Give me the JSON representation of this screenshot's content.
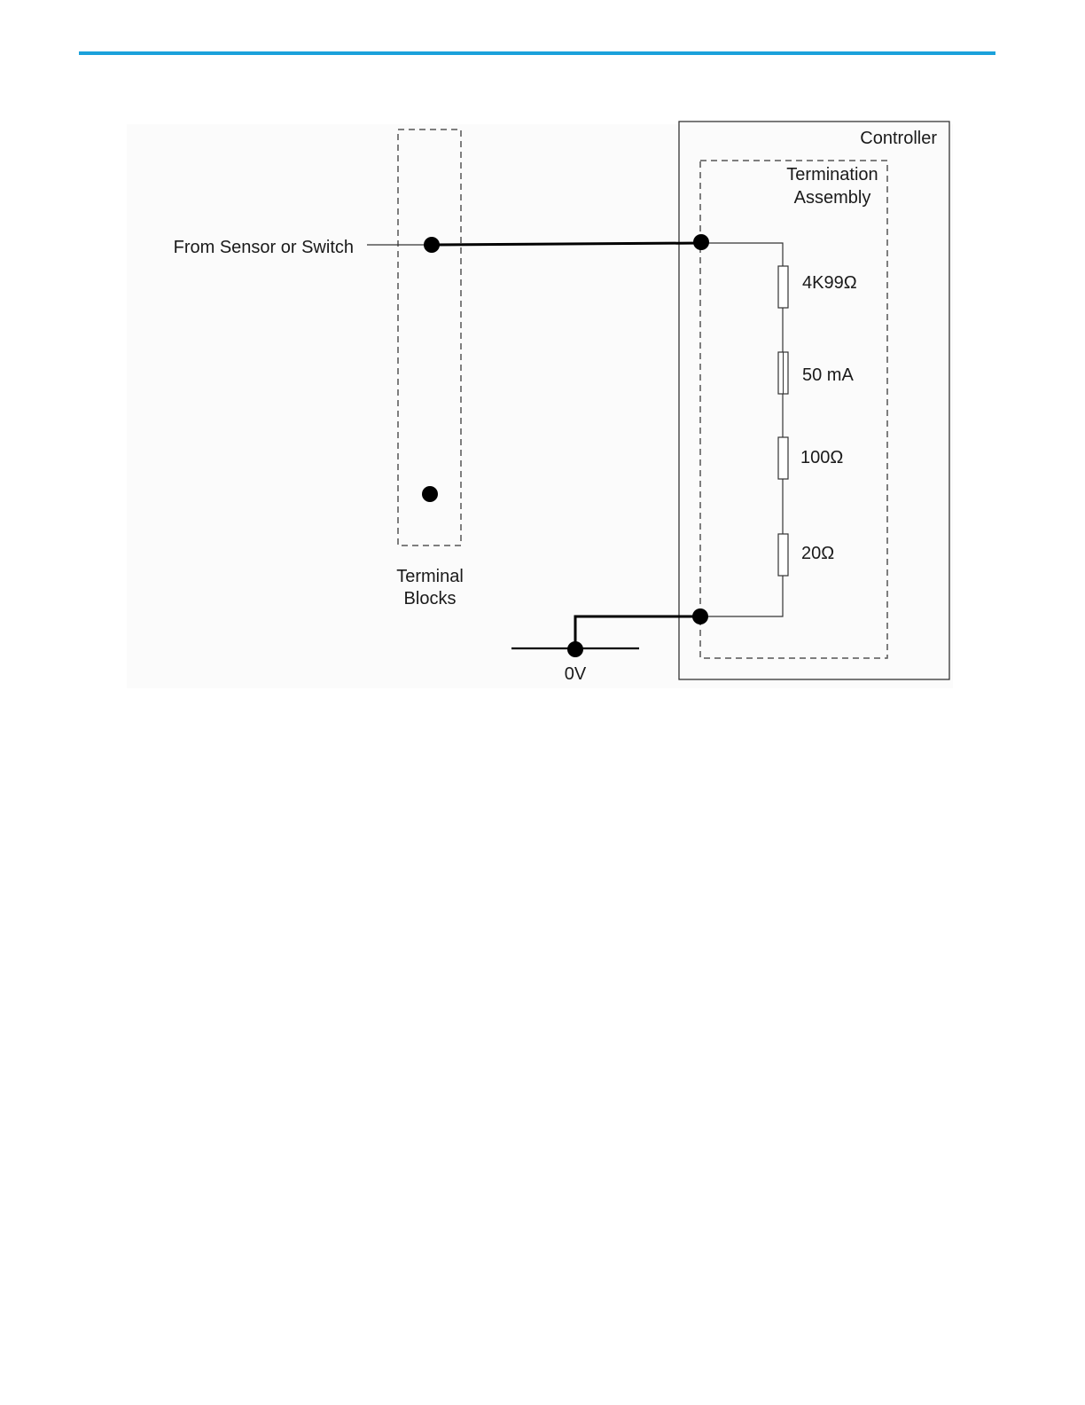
{
  "header": {
    "rule_color": "#1ba1db"
  },
  "diagram": {
    "source_label": "From Sensor or Switch",
    "terminal_blocks_label_1": "Terminal",
    "terminal_blocks_label_2": "Blocks",
    "controller_label": "Controller",
    "termination_label_1": "Termination",
    "termination_label_2": "Assembly",
    "components": [
      {
        "label": "4K99Ω"
      },
      {
        "label": "50 mA"
      },
      {
        "label": "100Ω"
      },
      {
        "label": "20Ω"
      }
    ],
    "ground_label": "0V"
  }
}
